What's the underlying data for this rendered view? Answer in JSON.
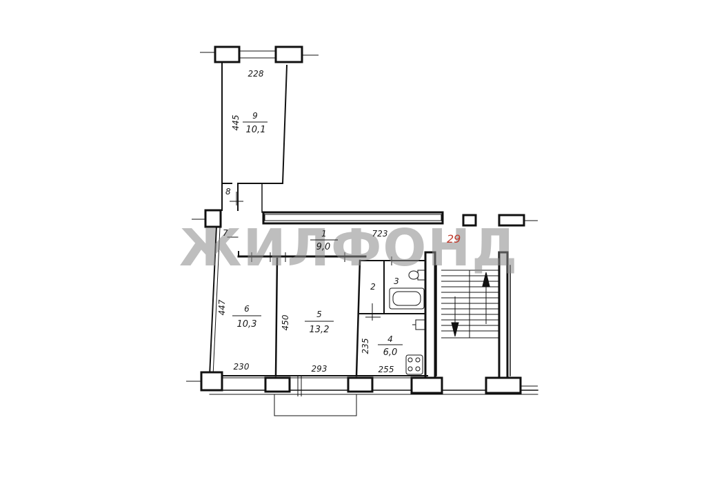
{
  "watermark": "ЖИЛФОНД",
  "stair_number": "29",
  "rooms": [
    {
      "id": "1",
      "area": "9,0"
    },
    {
      "id": "2",
      "area": ""
    },
    {
      "id": "3",
      "area": ""
    },
    {
      "id": "4",
      "area": "6,0"
    },
    {
      "id": "5",
      "area": "13,2"
    },
    {
      "id": "6",
      "area": "10,3"
    },
    {
      "id": "7",
      "area": ""
    },
    {
      "id": "8",
      "area": ""
    },
    {
      "id": "9",
      "area": "10,1"
    }
  ],
  "dimensions": {
    "room9_width": "228",
    "room9_length": "445",
    "corridor_length": "723",
    "room6_length": "447",
    "room6_width": "230",
    "room5_length": "450",
    "room5_width": "293",
    "room4_length": "235",
    "room4_width": "255"
  }
}
